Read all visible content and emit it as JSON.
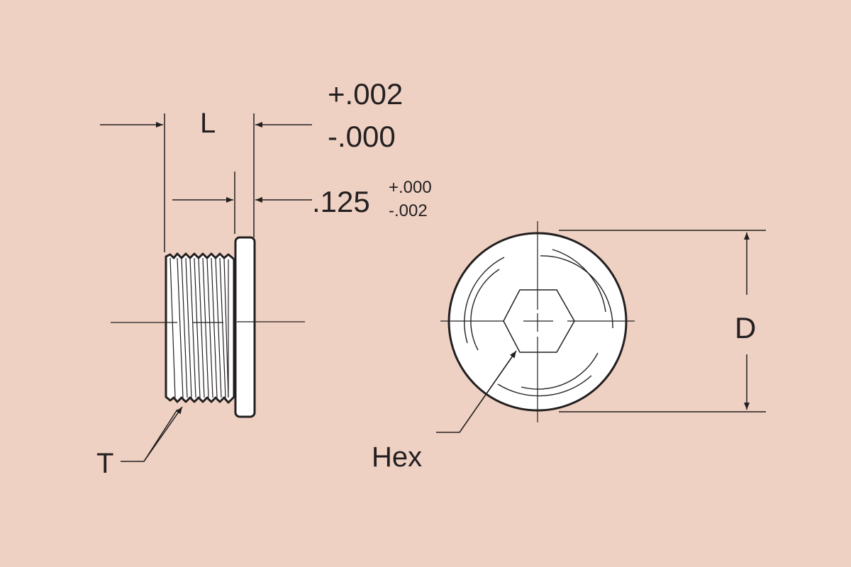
{
  "background_color": "#efd1c3",
  "line_color": "#231f20",
  "part_fill": "#ffffff",
  "side_view": {
    "length_label": "L",
    "length_tolerance_plus": "+.002",
    "length_tolerance_minus": "-.000",
    "flange_thickness": ".125",
    "flange_tolerance_plus": "+.000",
    "flange_tolerance_minus": "-.002",
    "thread_label": "T"
  },
  "end_view": {
    "hex_label": "Hex",
    "diameter_label": "D"
  }
}
